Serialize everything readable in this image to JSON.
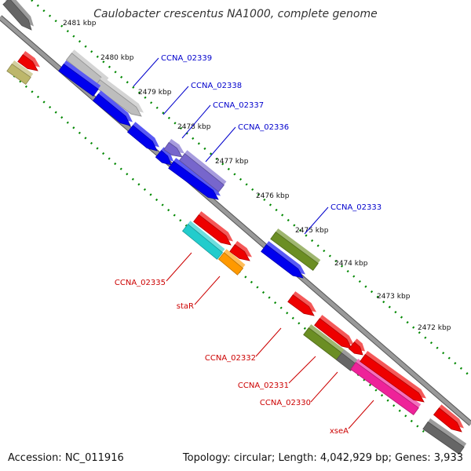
{
  "title": "Caulobacter crescentus NA1000, complete genome",
  "accession": "Accession: NC_011916",
  "summary": "Topology: circular; Length: 4,042,929 bp; Genes: 3,933",
  "ticks": [
    "2481 kbp",
    "2480 kbp",
    "2479 kbp",
    "2478 kbp",
    "2477 kbp",
    "2476 kbp",
    "2475 kbp",
    "2474 kbp",
    "2473 kbp",
    "2472 kbp"
  ],
  "forward_labels": [
    "CCNA_02339",
    "CCNA_02338",
    "CCNA_02337",
    "CCNA_02336",
    "CCNA_02333"
  ],
  "reverse_labels": [
    "CCNA_02335",
    "staR",
    "CCNA_02332",
    "CCNA_02331",
    "CCNA_02330",
    "xseA"
  ],
  "colors": {
    "forward_label": "#0000cc",
    "reverse_label": "#cc0000",
    "blue": "#0000ee",
    "red": "#ee0000",
    "grey": "#bdbdbd",
    "dark_grey": "#666666",
    "purple": "#7766cc",
    "olive": "#6b8e23",
    "cyan": "#22cccc",
    "orange": "#ff9900",
    "magenta": "#ee2299",
    "khaki": "#bdb76b",
    "tick_dots": "#008800"
  }
}
